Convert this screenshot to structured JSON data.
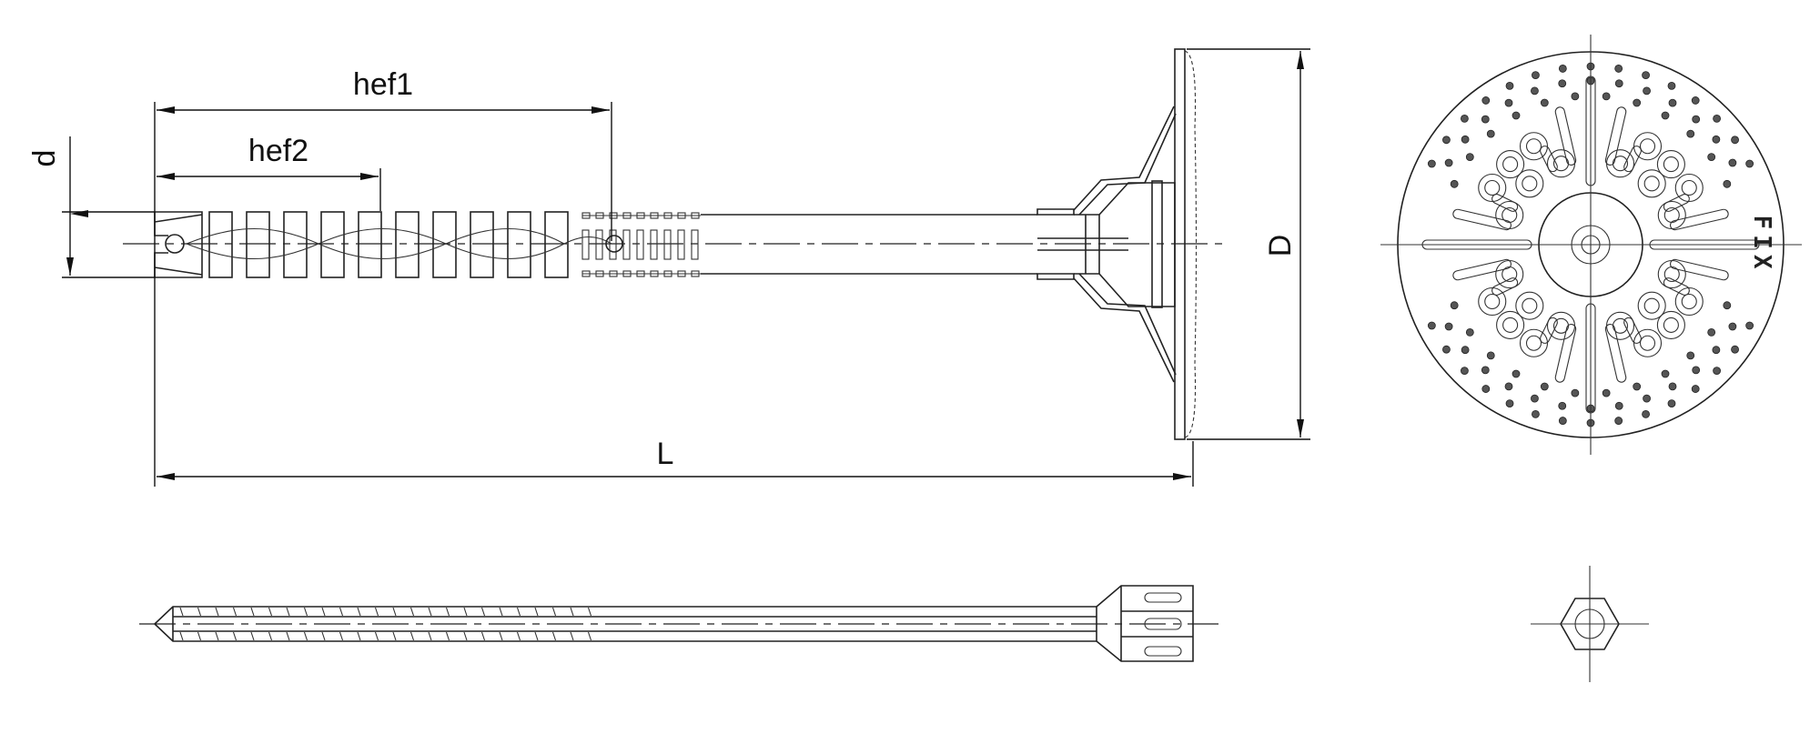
{
  "dimensions": {
    "hef1": "hef1",
    "hef2": "hef2",
    "d": "d",
    "D": "D",
    "L": "L"
  },
  "plate_marking": "FIX"
}
